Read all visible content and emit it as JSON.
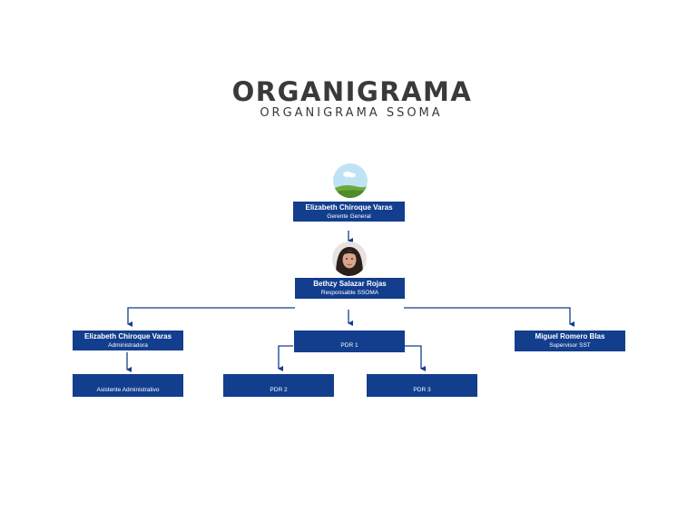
{
  "header": {
    "title": "ORGANIGRAMA",
    "subtitle": "ORGANIGRAMA SSOMA"
  },
  "nodes": {
    "ceo": {
      "name": "Elizabeth Chiroque Varas",
      "role": "Gerente General"
    },
    "ssoma": {
      "name": "Bethzy Salazar Rojas",
      "role": "Responsable SSOMA"
    },
    "admin": {
      "name": "Elizabeth Chiroque Varas",
      "role": "Administradora"
    },
    "pdr1": {
      "label": "PDR 1"
    },
    "supervisor": {
      "name": "Miguel Romero Blas",
      "role": "Supervisor SST"
    },
    "assistant": {
      "label": "Asistente Administrativo"
    },
    "pdr2": {
      "label": "PDR 2"
    },
    "pdr3": {
      "label": "PDR 3"
    }
  },
  "colors": {
    "box": "#133e8e",
    "title": "#3a3a3a"
  }
}
